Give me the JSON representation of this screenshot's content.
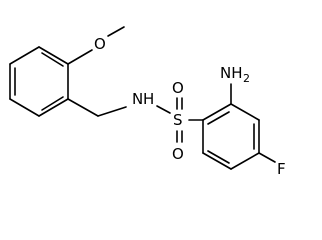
{
  "atom_labels": {
    "methoxy_oxygen": "O",
    "nitrogen": "N",
    "nitrogen_hydrogen": "H",
    "sulfur": "S",
    "sulfonyl_oxygen_top": "O",
    "sulfonyl_oxygen_bottom": "O",
    "amine_nitrogen": "NH",
    "amine_subscript": "2",
    "fluorine": "F"
  }
}
